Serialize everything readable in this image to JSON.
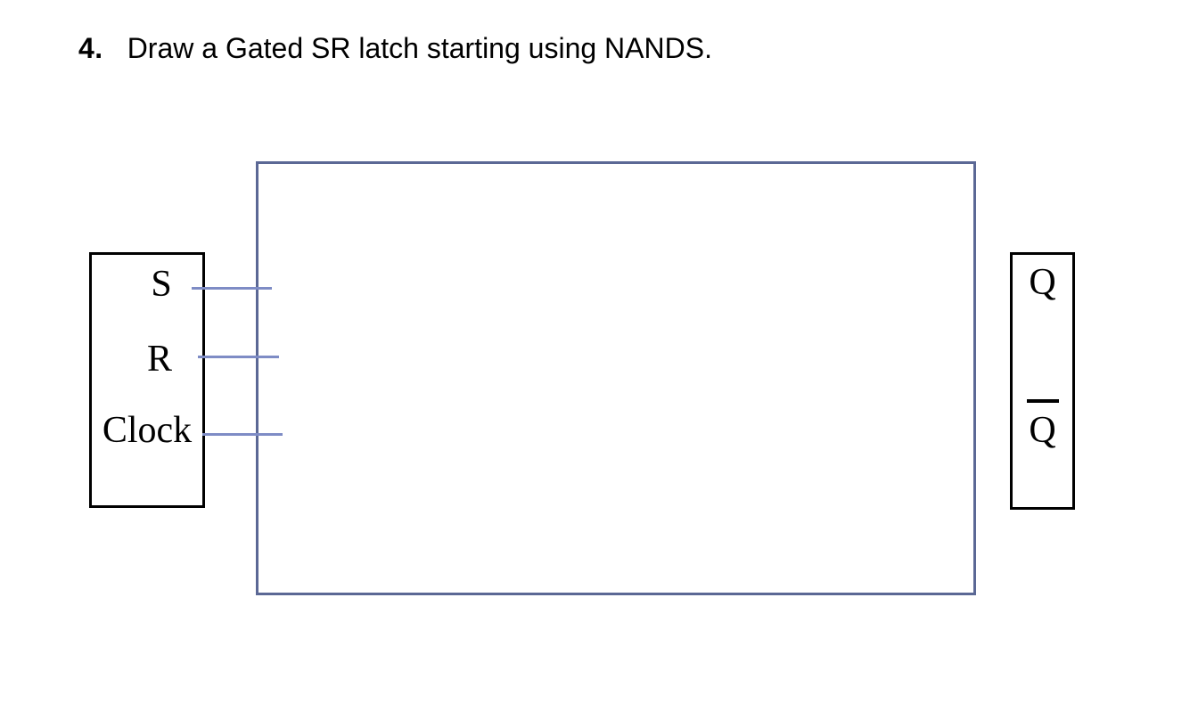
{
  "question": {
    "number": "4.",
    "text": "Draw a Gated SR latch starting using NANDS."
  },
  "diagram": {
    "inputs_box": {
      "labels": [
        "S",
        "R",
        "Clock"
      ]
    },
    "outputs_box": {
      "q_label": "Q",
      "q_bar_label": "Q",
      "q_bar_has_overbar": "true"
    },
    "colors": {
      "drawing_area_border": "#5b6895",
      "wire": "#7e8cc5",
      "io_box_border": "#000000",
      "text": "#000000",
      "background": "#ffffff"
    }
  }
}
